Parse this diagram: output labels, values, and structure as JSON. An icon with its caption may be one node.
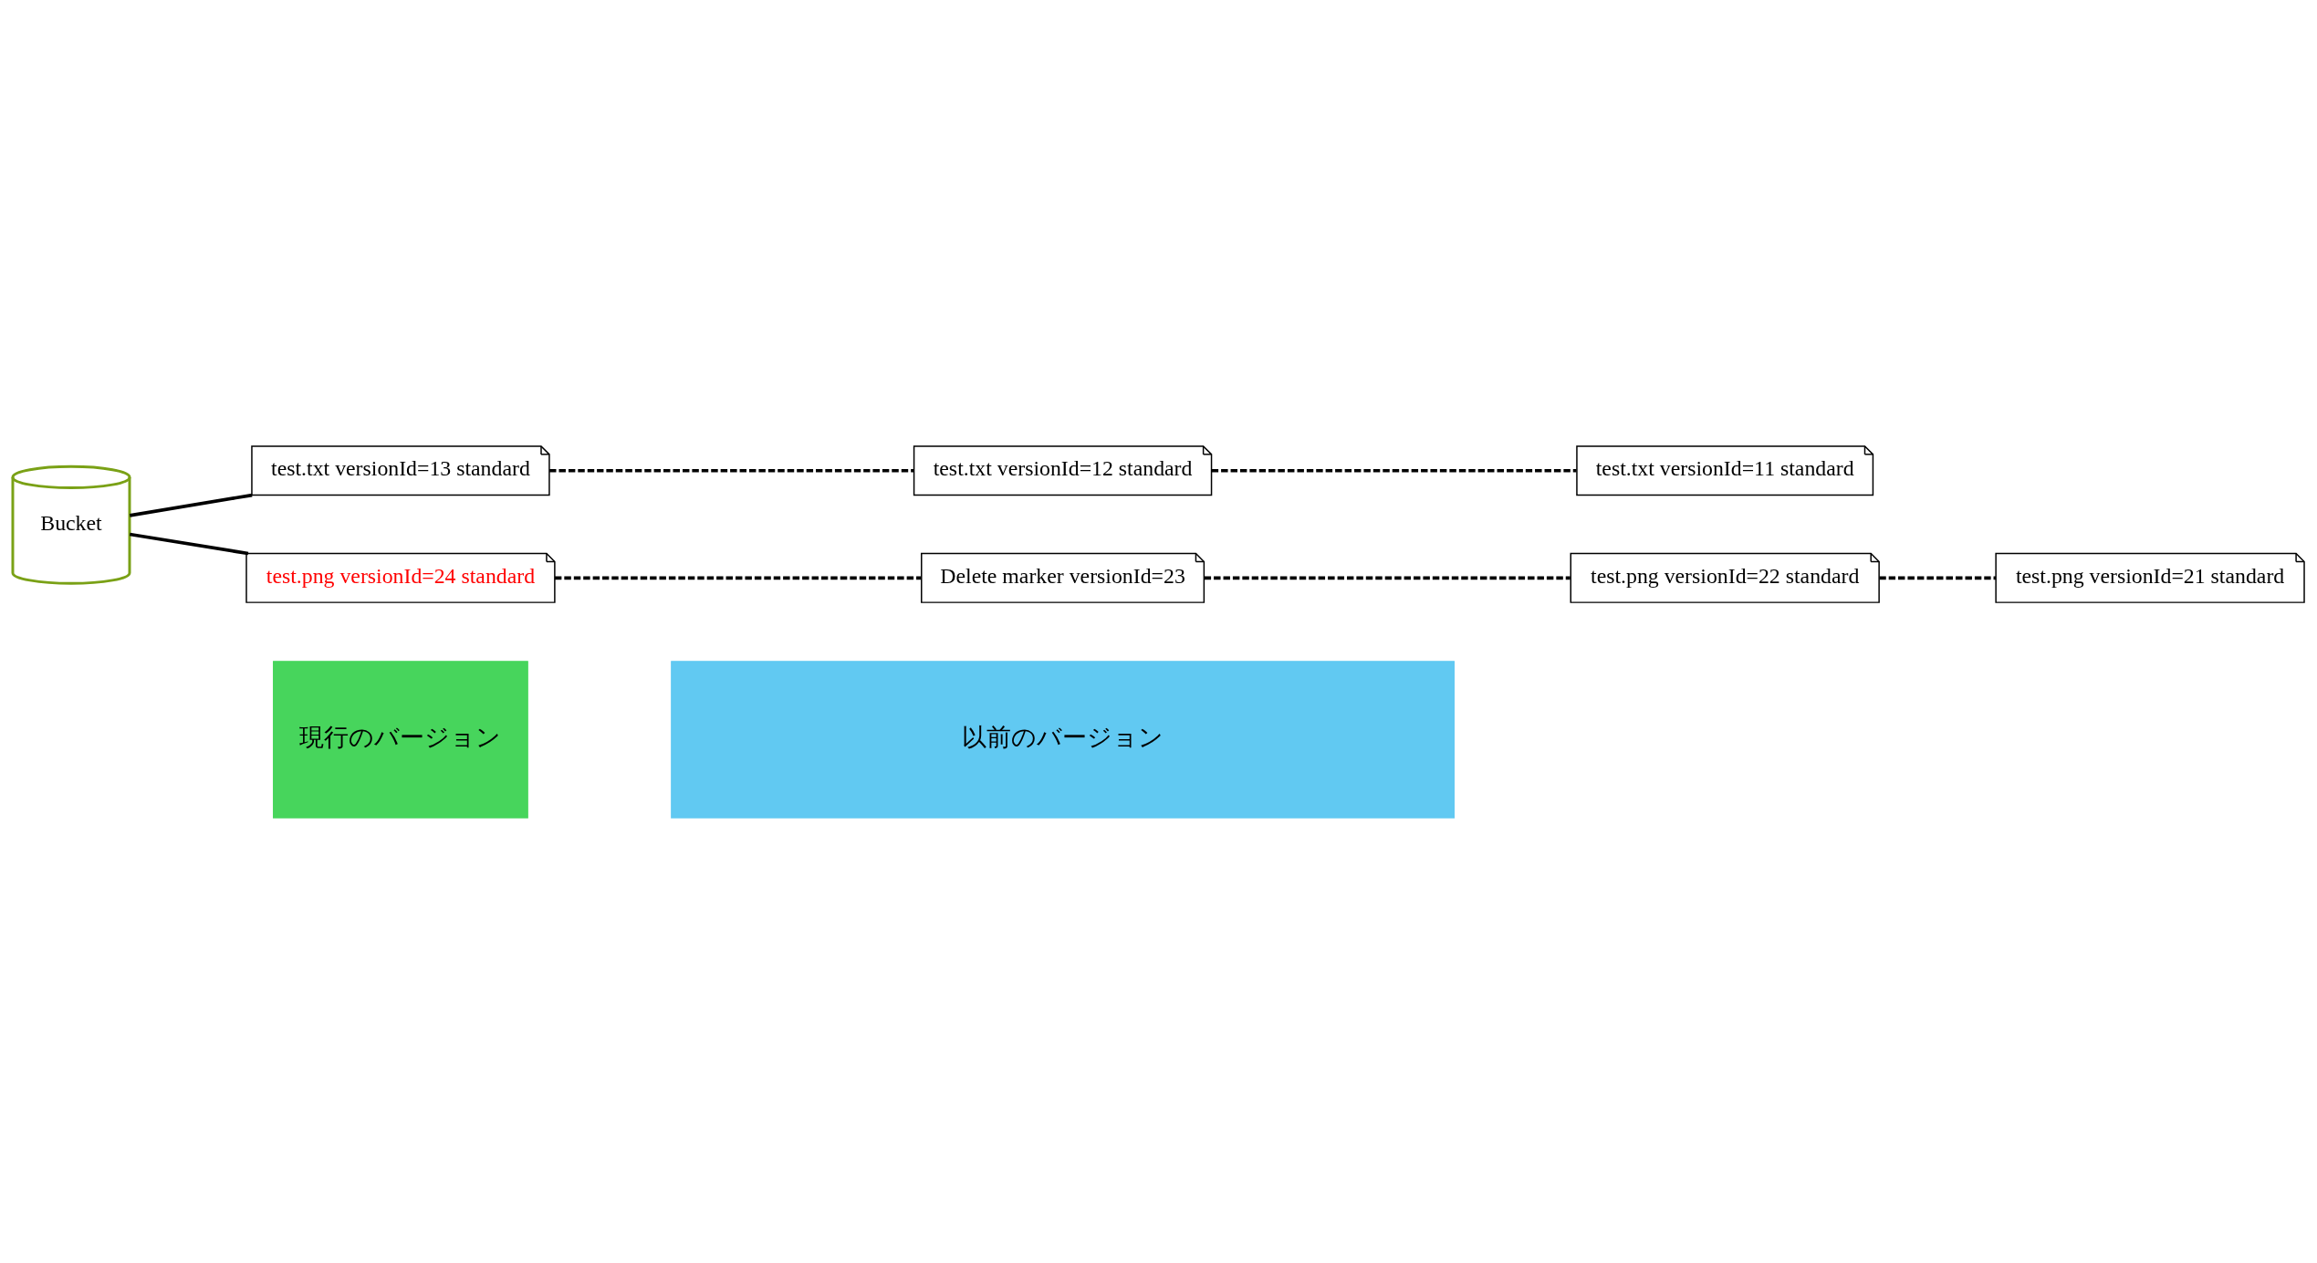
{
  "diagram": {
    "nodes": [
      {
        "text": [
          "現行のバージョン"
        ]
      },
      {
        "text": [
          "以前のバージョン"
        ]
      },
      {
        "text": [
          "Bucket"
        ]
      },
      {
        "text": [
          "test.txt versionId=13 standard"
        ]
      },
      {
        "text": [
          "test.txt versionId=12 standard"
        ]
      },
      {
        "text": [
          "test.txt versionId=11 standard"
        ]
      },
      {
        "text": [
          "test.png versionId=24 standard"
        ]
      },
      {
        "text": [
          "Delete marker versionId=23"
        ]
      },
      {
        "text": [
          "test.png versionId=22 standard"
        ]
      },
      {
        "text": [
          "test.png versionId=21 standard"
        ]
      }
    ],
    "edges": [
      {
        "from": 2,
        "to": 3,
        "arrow": "none"
      },
      {
        "from": 3,
        "to": 4,
        "arrow": "none",
        "style": "dashed"
      },
      {
        "from": 4,
        "to": 5,
        "arrow": "none",
        "style": "dashed"
      },
      {
        "from": 2,
        "to": 6,
        "arrow": "none"
      },
      {
        "from": 6,
        "to": 7,
        "arrow": "none",
        "style": "dashed"
      },
      {
        "from": 7,
        "to": 8,
        "arrow": "none",
        "style": "dashed"
      },
      {
        "from": 8,
        "to": 9,
        "arrow": "none",
        "style": "dashed"
      }
    ]
  }
}
